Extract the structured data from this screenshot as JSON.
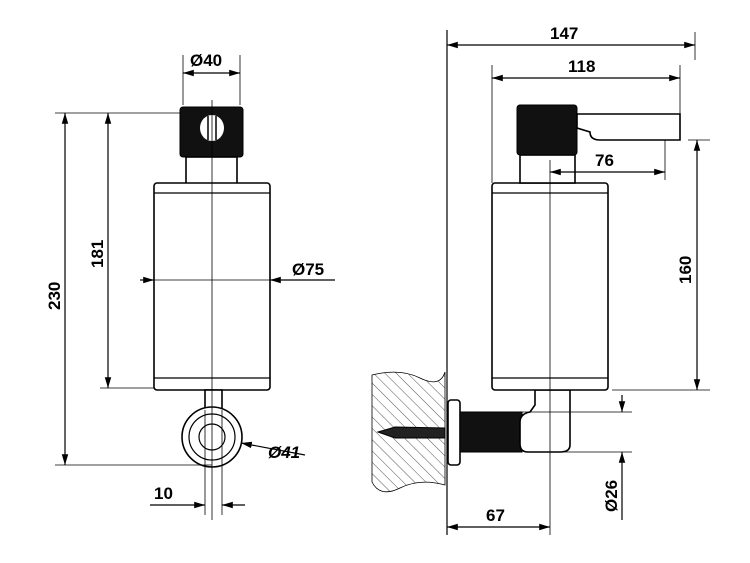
{
  "drawing": {
    "front_view": {
      "dim_diameter_top": "Ø40",
      "dim_total_height": "230",
      "dim_body_height": "181",
      "dim_body_diameter": "Ø75",
      "dim_base_diameter": "Ø41",
      "dim_stem_width": "10"
    },
    "side_view": {
      "dim_total_depth": "147",
      "dim_spout_reach": "118",
      "dim_spout_length": "76",
      "dim_spout_height": "160",
      "dim_mount_diameter": "Ø26",
      "dim_wall_offset": "67"
    }
  }
}
